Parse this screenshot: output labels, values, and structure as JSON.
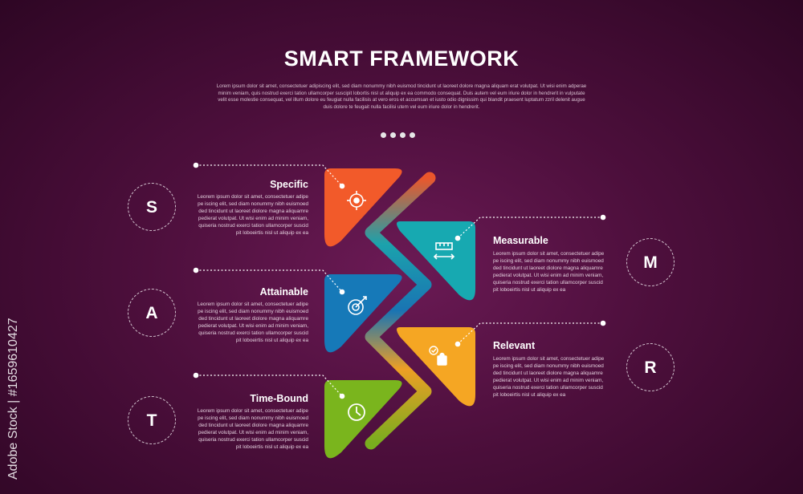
{
  "header": {
    "title": "SMART FRAMEWORK",
    "subtitle": "Lorem ipsum dolor sit amet, consectetuer adipiscing elit, sed diam nonummy nibh euismod tincidunt ut laoreet dolore magna aliquam erat volutpat. Ut wisi enim adperae minim veniam, quis nostrud exerci tation ullamcorper suscipit lobortis nisl ut aliquip ex ea commodo consequat. Duis autem vel eum iriure dolor in hendrerit in vulputate velit esse molestie consequat, vel illum dolore eu feugiat nulla facilisis at vero eros et accumsan et iusto odio dignissim qui blandit praesent luptatum zzril delenit augue duis dolore te feugait nulla facilisi utem vel eum iriure dolor in hendrerit."
  },
  "steps": [
    {
      "letter": "S",
      "title": "Specific",
      "text": "Leorem ipsum dolor sit amet, consectetuer adipe pe iscing elit, sed diam nonummy nibh euismoed ded tincidunt ut laoreet diolore magna aliquamre pedierat volutpat. Ut wisi enim ad minim veniam, quiseria nostrud exerci tation ullamcorper suscid pit loboeirtis nisl ut aliquip ex ea",
      "color": "#f25a2a",
      "icon": "target-icon"
    },
    {
      "letter": "M",
      "title": "Measurable",
      "text": "Leorem ipsum dolor sit amet, consectetuer adipe pe iscing elit, sed diam nonummy nibh euismoed ded tincidunt ut laoreet diolore magna aliquamre pedierat volutpat. Ut wisi enim ad minim veniam, quiseria nostrud exerci tation ullamcorper suscid pit loboeirtis nisl ut aliquip ex ea",
      "color": "#17a9b1",
      "icon": "ruler-icon"
    },
    {
      "letter": "A",
      "title": "Attainable",
      "text": "Leorem ipsum dolor sit amet, consectetuer adipe pe iscing elit, sed diam nonummy nibh euismoed ded tincidunt ut laoreet diolore magna aliquamre pedierat volutpat. Ut wisi enim ad minim veniam, quiseria nostrud exerci tation ullamcorper suscid pit loboeirtis nisl ut aliquip ex ea",
      "color": "#1679b8",
      "icon": "dartboard-icon"
    },
    {
      "letter": "R",
      "title": "Relevant",
      "text": "Leorem ipsum dolor sit amet, consectetuer adipe pe iscing elit, sed diam nonummy nibh euismoed ded tincidunt ut laoreet diolore magna aliquamre pedierat volutpat. Ut wisi enim ad minim veniam, quiseria nostrud exerci tation ullamcorper suscid pit loboeirtis nisl ut aliquip ex ea",
      "color": "#f5a623",
      "icon": "puzzle-check-icon"
    },
    {
      "letter": "T",
      "title": "Time-Bound",
      "text": "Leorem ipsum dolor sit amet, consectetuer adipe pe iscing elit, sed diam nonummy nibh euismoed ded tincidunt ut laoreet diolore magna aliquamre pedierat volutpat. Ut wisi enim ad minim veniam, quiseria nostrud exerci tation ullamcorper suscid pit loboeirtis nisl ut aliquip ex ea",
      "color": "#7ab51d",
      "icon": "clock-icon"
    }
  ],
  "watermark": "Adobe Stock | #1659610427"
}
